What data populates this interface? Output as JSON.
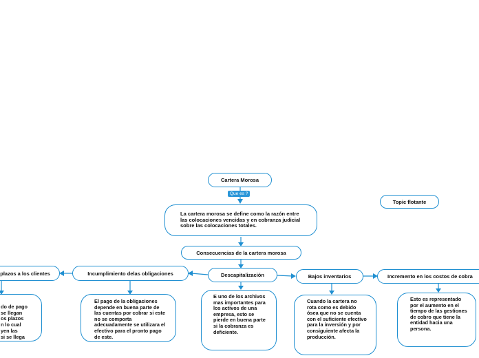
{
  "nodes": {
    "root": "Cartera Morosa",
    "edge_label": "Que es ?",
    "definition": "La cartera morosa se define como la razón entre las colocaciones vencidas y en cobranza judicial sobre las colocaciones totales.",
    "consequences": "Consecuencias de la cartera morosa",
    "plazos": "plazos a los clientes",
    "plazos_text": "do de pago\n se llegan\nos plazos\nn lo cual\nyen las\nsi se llega\no vicioso",
    "incumplimiento": "Incumplimiento delas obligaciones",
    "incumplimiento_text": "El pago de la obligaciones depende en buena parte de las cuentas por cobrar si este no se comporta adecuadamente se utilizara el efectivo para el pronto pago de este.",
    "descapitalizacion": "Descapitalización",
    "descapitalizacion_text": "E uno de los archivos mas importantes para los activos de  una empresa, esto se pierde en buena parte si la cobranza es deficiente.",
    "bajos": "Bajos inventarios",
    "bajos_text": "Cuando la cartera no rota como es debido ósea que no se cuenta con el suficiente efectivo para la inversión y por consiguiente afecta la producción.",
    "incremento": "Incremento en los costos de cobra",
    "incremento_text": "Esto es representado por el aumento en el tiempo de las gestiones de cobro que tiene la entidad hacia una persona.",
    "floating": "Topic flotante"
  },
  "colors": {
    "line": "#1f8fd1",
    "chip": "#2a96d8"
  }
}
